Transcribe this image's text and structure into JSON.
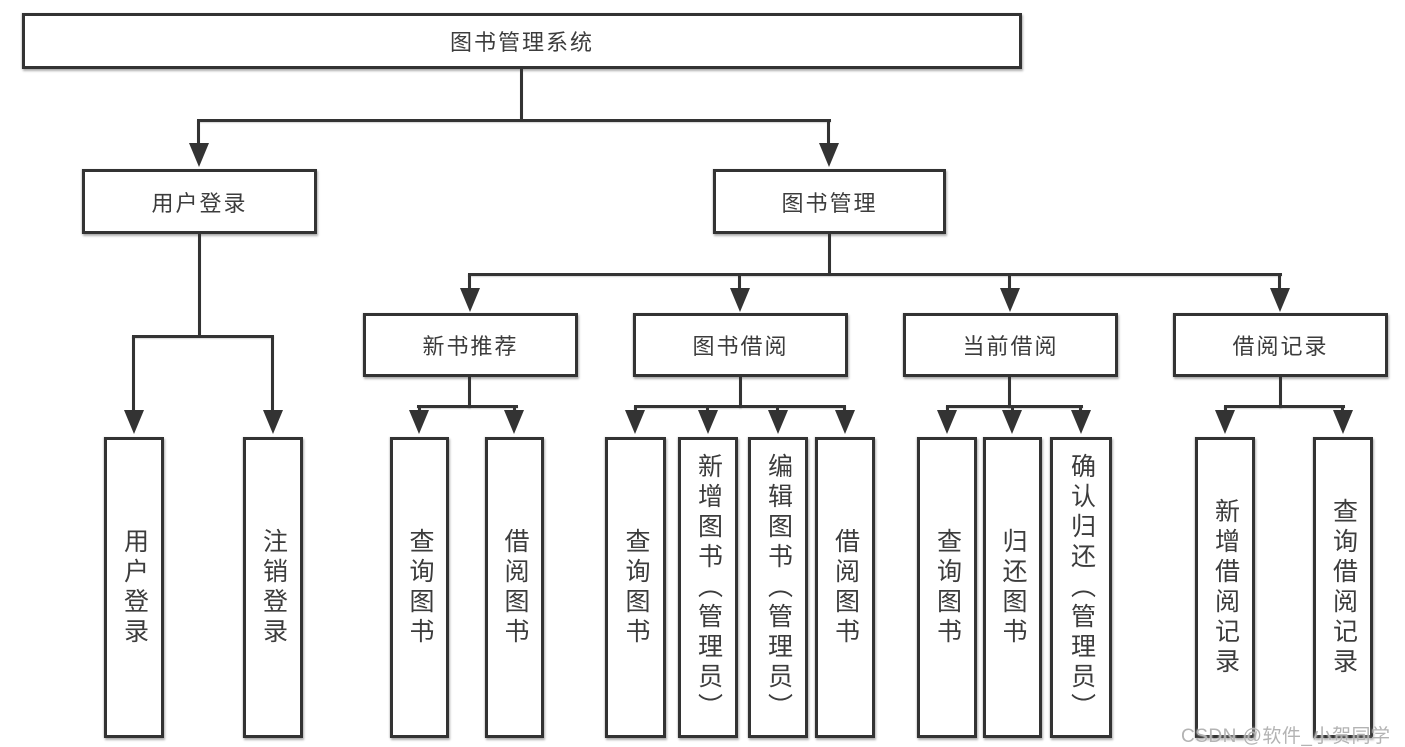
{
  "tree": {
    "label": "图书管理系统",
    "children": [
      {
        "label": "用户登录",
        "children": [
          {
            "label": "用户登录"
          },
          {
            "label": "注销登录"
          }
        ]
      },
      {
        "label": "图书管理",
        "children": [
          {
            "label": "新书推荐",
            "children": [
              {
                "label": "查询图书"
              },
              {
                "label": "借阅图书"
              }
            ]
          },
          {
            "label": "图书借阅",
            "children": [
              {
                "label": "查询图书"
              },
              {
                "label": "新增图书（管理员）"
              },
              {
                "label": "编辑图书（管理员）"
              },
              {
                "label": "借阅图书"
              }
            ]
          },
          {
            "label": "当前借阅",
            "children": [
              {
                "label": "查询图书"
              },
              {
                "label": "归还图书"
              },
              {
                "label": "确认归还（管理员）"
              }
            ]
          },
          {
            "label": "借阅记录",
            "children": [
              {
                "label": "新增借阅记录"
              },
              {
                "label": "查询借阅记录"
              }
            ]
          }
        ]
      }
    ]
  },
  "watermark": {
    "text": "CSDN @软件_小贺同学"
  },
  "colors": {
    "line": "#333333",
    "text": "#3c3c3c",
    "background": "#ffffff",
    "watermark": "#b3b3b3"
  }
}
